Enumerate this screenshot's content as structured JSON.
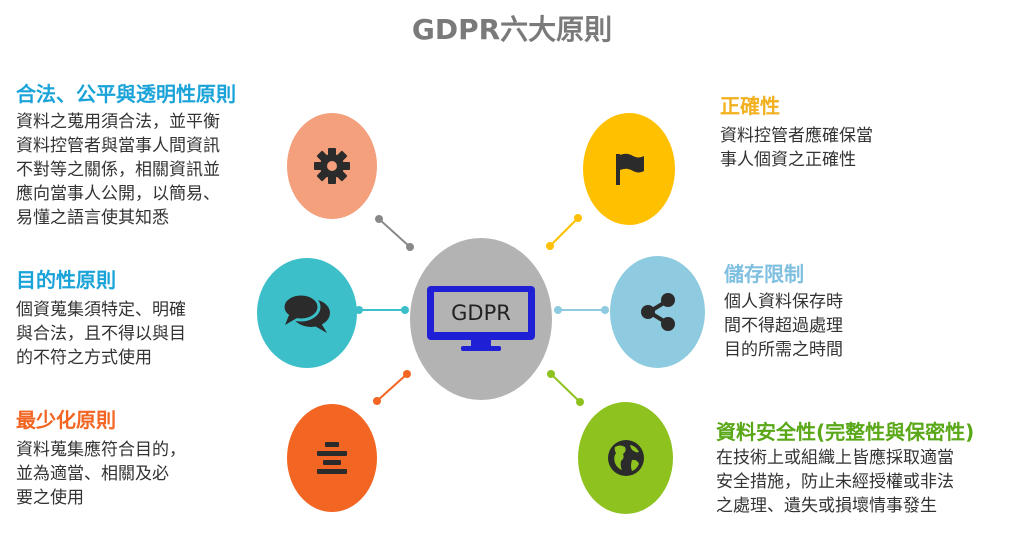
{
  "title": "GDPR六大原則",
  "center": {
    "label": "GDPR",
    "icon": "monitor-icon"
  },
  "colors": {
    "title": "#7a7a7a",
    "center_circle": "#b3b3b3",
    "monitor": "#1f1fd6",
    "lawful": "#f4a07c",
    "purpose": "#3cbfc9",
    "minimisation": "#f26522",
    "accuracy": "#ffc000",
    "storage": "#8fcbe0",
    "security": "#8dc21f",
    "heading_blue": "#1aa3d9",
    "heading_orange": "#f26522",
    "heading_yellow": "#f2b01e",
    "heading_lightblue": "#7fbfe0",
    "heading_green": "#5aa818"
  },
  "principles": {
    "lawful": {
      "heading": "合法、公平與透明性原則",
      "description": "資料之蒐用須合法，並平衡\n資料控管者與當事人間資訊\n不對等之關係，相關資訊並\n應向當事人公開，以簡易、\n易懂之語言使其知悉",
      "icon": "gear-icon"
    },
    "purpose": {
      "heading": "目的性原則",
      "description": "個資蒐集須特定、明確\n與合法，且不得以與目\n的不符之方式使用",
      "icon": "chat-bubbles-icon"
    },
    "minimisation": {
      "heading": "最少化原則",
      "description": "資料蒐集應符合目的，\n並為適當、相關及必\n要之使用",
      "icon": "align-center-icon"
    },
    "accuracy": {
      "heading": "正確性",
      "description": "資料控管者應確保當\n事人個資之正確性",
      "icon": "flag-icon"
    },
    "storage": {
      "heading": "儲存限制",
      "description": "個人資料保存時\n間不得超過處理\n目的所需之時間",
      "icon": "share-icon"
    },
    "security": {
      "heading": "資料安全性(完整性與保密性)",
      "description": "在技術上或組織上皆應採取適當\n安全措施，防止未經授權或非法\n之處理、遺失或損壞情事發生",
      "icon": "globe-icon"
    }
  }
}
